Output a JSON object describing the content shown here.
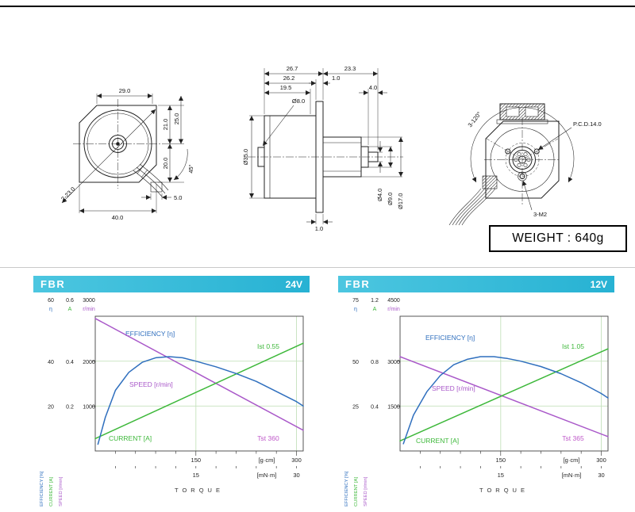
{
  "page": {
    "weight_label": "WEIGHT : 640g"
  },
  "colors": {
    "header": "#35bdda",
    "efficiency": "#2f6fbe",
    "current": "#3db83a",
    "speed": "#a958c9",
    "tst": "#bf58c9",
    "ist": "#3db83a",
    "grid": "#c5e2bd"
  },
  "drawings": {
    "front_view": {
      "dim_width_top": "29.0",
      "dim_right_upper": "21.0",
      "dim_right_outer": "25.0",
      "dim_right_lower": "20.0",
      "dim_angle": "45°",
      "dim_width_bottom": "40.0",
      "dim_tab": "5.0",
      "dim_chamfer": "2-23.0"
    },
    "side_view": {
      "dim_overall_rear": "26.7",
      "dim_overall_front": "23.3",
      "dim_body": "26.2",
      "dim_flange_top": "1.0",
      "dim_rear": "19.5",
      "dim_shaft": "4.0",
      "dia_boss": "Ø8.0",
      "dia_body": "Ø35.0",
      "dia_shaft": "Ø4.0",
      "dia_step": "Ø9.0",
      "dia_gear": "Ø17.0",
      "dim_flange_bottom": "1.0"
    },
    "rear_view": {
      "dim_angle": "3-120°",
      "dim_pcd": "P.C.D.14.0",
      "dim_screw": "3-M2"
    }
  },
  "chart_data": [
    {
      "type": "line",
      "model": "FBR",
      "voltage": "24V",
      "x_axis": {
        "label": "TORQUE",
        "max": 310,
        "gcm_unit": "[g·cm]",
        "gcm_ticks": [
          "150",
          "300"
        ],
        "mnm_unit": "[mN·m]",
        "mnm_ticks": [
          "15",
          "30"
        ]
      },
      "y_scales": {
        "efficiency": {
          "unit": "η",
          "max": 60,
          "ticks": [
            "60",
            "40",
            "20"
          ]
        },
        "current": {
          "unit": "A",
          "max": 0.6,
          "ticks": [
            "0.6",
            "0.4",
            "0.2"
          ]
        },
        "speed": {
          "unit": "r/min",
          "max": 3000,
          "ticks": [
            "3000",
            "2000",
            "1000"
          ]
        }
      },
      "labels": {
        "efficiency": "EFFICIENCY [η]",
        "speed": "SPEED [r/min]",
        "current": "CURRENT [A]",
        "ist": "Ist 0.55",
        "tst": "Tst 360"
      },
      "axis_titles": {
        "efficiency": "EFFICIENCY [%]",
        "current": "CURRENT [A]",
        "speed": "SPEED [r/min]"
      },
      "series": {
        "speed": [
          [
            0,
            2950
          ],
          [
            310,
            460
          ]
        ],
        "current": [
          [
            0,
            0.055
          ],
          [
            310,
            0.48
          ]
        ],
        "efficiency": [
          [
            4,
            3
          ],
          [
            15,
            15
          ],
          [
            30,
            27
          ],
          [
            50,
            35
          ],
          [
            70,
            39.5
          ],
          [
            90,
            41.5
          ],
          [
            110,
            42
          ],
          [
            130,
            41.5
          ],
          [
            150,
            40
          ],
          [
            180,
            37.5
          ],
          [
            210,
            34.5
          ],
          [
            240,
            31
          ],
          [
            270,
            26.5
          ],
          [
            300,
            22
          ],
          [
            310,
            20
          ]
        ]
      }
    },
    {
      "type": "line",
      "model": "FBR",
      "voltage": "12V",
      "x_axis": {
        "label": "TORQUE",
        "max": 310,
        "gcm_unit": "[g·cm]",
        "gcm_ticks": [
          "150",
          "300"
        ],
        "mnm_unit": "[mN·m]",
        "mnm_ticks": [
          "15",
          "30"
        ]
      },
      "y_scales": {
        "efficiency": {
          "unit": "η",
          "max": 75,
          "ticks": [
            "75",
            "50",
            "25"
          ]
        },
        "current": {
          "unit": "A",
          "max": 1.2,
          "ticks": [
            "1.2",
            "0.8",
            "0.4"
          ]
        },
        "speed": {
          "unit": "r/min",
          "max": 4500,
          "ticks": [
            "4500",
            "3000",
            "1500"
          ]
        }
      },
      "labels": {
        "efficiency": "EFFICIENCY [η]",
        "speed": "SPEED [r/min]",
        "current": "CURRENT [A]",
        "ist": "Ist 1.05",
        "tst": "Tst 365"
      },
      "axis_titles": {
        "efficiency": "EFFICIENCY [%]",
        "current": "CURRENT [A]",
        "speed": "SPEED [r/min]"
      },
      "series": {
        "speed": [
          [
            0,
            3150
          ],
          [
            310,
            480
          ]
        ],
        "current": [
          [
            0,
            0.09
          ],
          [
            310,
            0.91
          ]
        ],
        "efficiency": [
          [
            5,
            4
          ],
          [
            20,
            20
          ],
          [
            40,
            33
          ],
          [
            60,
            42
          ],
          [
            80,
            48
          ],
          [
            100,
            51
          ],
          [
            120,
            52.5
          ],
          [
            140,
            52.5
          ],
          [
            160,
            51.5
          ],
          [
            180,
            50
          ],
          [
            210,
            47
          ],
          [
            240,
            43
          ],
          [
            270,
            38
          ],
          [
            300,
            32
          ],
          [
            310,
            29.5
          ]
        ]
      }
    }
  ]
}
